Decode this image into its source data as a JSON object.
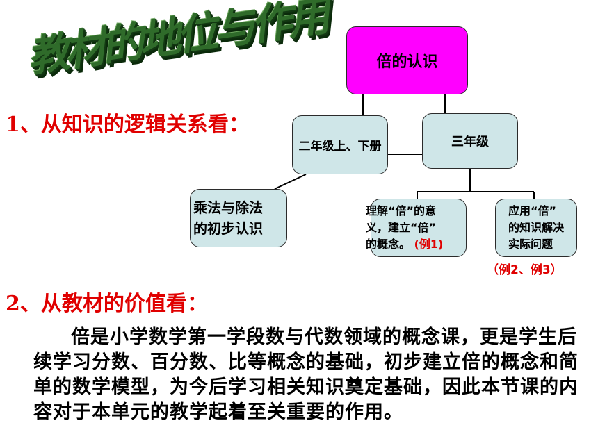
{
  "wordart": {
    "text": "教材的地位与作用"
  },
  "heading1": "1、从知识的逻辑关系看：",
  "heading2": "2、从教材的价值看：",
  "diagram": {
    "root": "倍的认识",
    "grade2": "二年级上、下册",
    "grade3": "三年级",
    "multiply_line1": "乘法与除法",
    "multiply_line2": "的初步认识",
    "understand_line1": "理解“倍”的意",
    "understand_line2": "义，建立“倍”",
    "understand_line3": "的概念。",
    "understand_example": "(例1)",
    "apply_line1": "应用“倍”",
    "apply_line2": "的知识解决",
    "apply_line3": "实际问题",
    "apply_examples": "（例2、例3）"
  },
  "paragraph": "倍是小学数学第一学段数与代数领域的概念课，更是学生后续学习分数、百分数、比等概念的基础，初步建立倍的概念和简单的数学模型，为今后学习相关知识奠定基础，因此本节课的内容对于本单元的教学起着至关重要的作用。",
  "colors": {
    "heading": "#e00000",
    "root_box": "#ff00ff",
    "node_box": "#cfe6e8",
    "wordart": "#2f6b2a"
  }
}
